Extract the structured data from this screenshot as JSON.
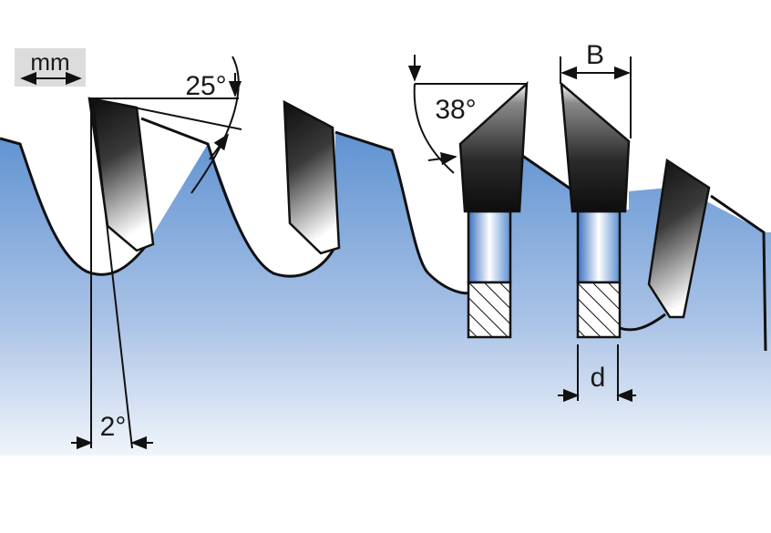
{
  "unit_badge": {
    "label": "mm"
  },
  "dimensions": {
    "clearance_angle": "2°",
    "hook_angle": "25°",
    "bevel_angle": "38°",
    "kerf_width": "B",
    "body_thickness": "d"
  },
  "colors": {
    "blade_top": "#5a8fd0",
    "blade_bottom": "#ffffff",
    "tip_dark": "#111111",
    "tip_light": "#ffffff",
    "outline": "#111111",
    "badge_bg": "#dcdcdc"
  }
}
